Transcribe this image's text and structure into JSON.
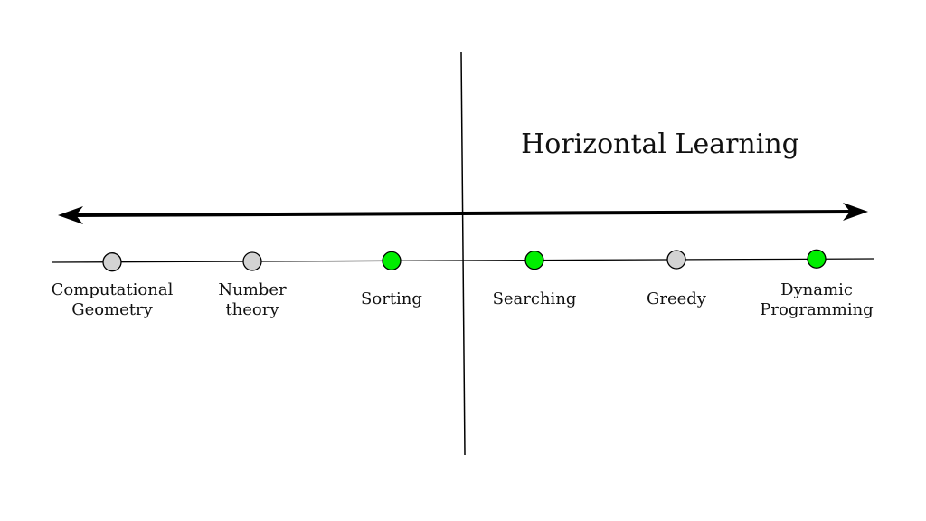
{
  "title": "Horizontal Learning",
  "colors": {
    "learned": "#00ee00",
    "not_learned": "#d3d3d3",
    "stroke": "#000000"
  },
  "topics": [
    {
      "lines": [
        "Computational",
        "Geometry"
      ],
      "status": "not_learned"
    },
    {
      "lines": [
        "Number",
        "theory"
      ],
      "status": "not_learned"
    },
    {
      "lines": [
        "Sorting"
      ],
      "status": "learned"
    },
    {
      "lines": [
        "Searching"
      ],
      "status": "learned"
    },
    {
      "lines": [
        "Greedy"
      ],
      "status": "not_learned"
    },
    {
      "lines": [
        "Dynamic",
        "Programming"
      ],
      "status": "learned"
    }
  ]
}
